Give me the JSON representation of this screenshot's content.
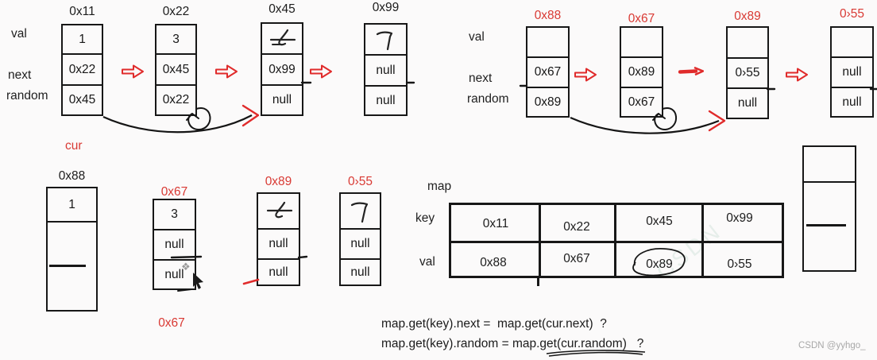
{
  "colors": {
    "red": "#d93a34",
    "black": "#171717",
    "background": "#fbfafa"
  },
  "left_field_labels": {
    "val": "val",
    "next": "next",
    "random": "random"
  },
  "right_field_labels": {
    "val": "val",
    "next": "next",
    "random": "random"
  },
  "cur_label": "cur",
  "original_list": {
    "nodes": [
      {
        "address": "0x11",
        "val": "1",
        "next": "0x22",
        "random": "0x45"
      },
      {
        "address": "0x22",
        "val": "3",
        "next": "0x45",
        "random": "0x22",
        "random_selfloop": true
      },
      {
        "address": "0x45",
        "val": "5",
        "val_handwritten": true,
        "next": "0x99",
        "random": "null"
      },
      {
        "address": "0x99",
        "val": "7",
        "val_handwritten": true,
        "next": "null",
        "random": "null"
      }
    ],
    "random_arrow": "0x11.random points to node 0x45"
  },
  "copied_list": {
    "nodes": [
      {
        "address": "0x88",
        "val": "",
        "next": "0x67",
        "random": "0x89"
      },
      {
        "address": "0x67",
        "val": "",
        "next": "0x89",
        "random": "0x67",
        "random_selfloop": true
      },
      {
        "address": "0x89",
        "val": "",
        "next": "0›55",
        "random": "null"
      },
      {
        "address": "0›55",
        "val": "",
        "next": "null",
        "random": "null"
      }
    ],
    "random_arrow": "0x88.random points to node 0x89"
  },
  "bottom_row": {
    "tall_node": {
      "address": "0x88",
      "val": "1"
    },
    "node_67": {
      "address": "0x67",
      "val": "3",
      "next": "null",
      "random": "null",
      "footer_label": "0x67"
    },
    "node_89": {
      "address": "0x89",
      "val": "5",
      "val_handwritten": true,
      "next": "null",
      "random": "null"
    },
    "node_55": {
      "address": "0›55",
      "val": "7",
      "val_handwritten": true,
      "next": "null",
      "random": "null"
    }
  },
  "map": {
    "title": "map",
    "row_label_key": "key",
    "row_label_val": "val",
    "keys": [
      "0x11",
      "0x22",
      "0x45",
      "0x99"
    ],
    "vals": [
      {
        "text": "0x88",
        "color": "black"
      },
      {
        "text": "0x67",
        "color": "red"
      },
      {
        "text": "0x89",
        "color": "red",
        "circled": true
      },
      {
        "text": "0›55",
        "color": "red"
      }
    ]
  },
  "formulas": {
    "line1": "map.get(key).next =  map.get(cur.next)  ?",
    "line2_prefix": "map.get(key).random = map.get(",
    "line2_underlined": "cur.random)",
    "line2_suffix": "   ?"
  },
  "watermark": {
    "text": "CSDN @yyhgo_"
  }
}
